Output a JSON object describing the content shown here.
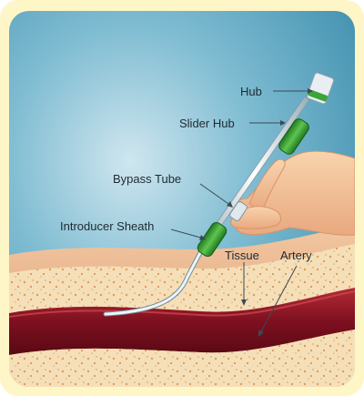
{
  "labels": {
    "hub": "Hub",
    "slider_hub": "Slider Hub",
    "bypass_tube": "Bypass Tube",
    "introducer_sheath": "Introducer Sheath",
    "tissue": "Tissue",
    "artery": "Artery"
  },
  "colors": {
    "frame": "#fff6c8",
    "background_top": "#4f9db8",
    "background_bottom": "#c8e2ec",
    "skin": "#e8b289",
    "tissue": "#f1d9b0",
    "artery": "#7d1020",
    "hub_green": "#3aa53a",
    "hand": "#f3c49a"
  }
}
